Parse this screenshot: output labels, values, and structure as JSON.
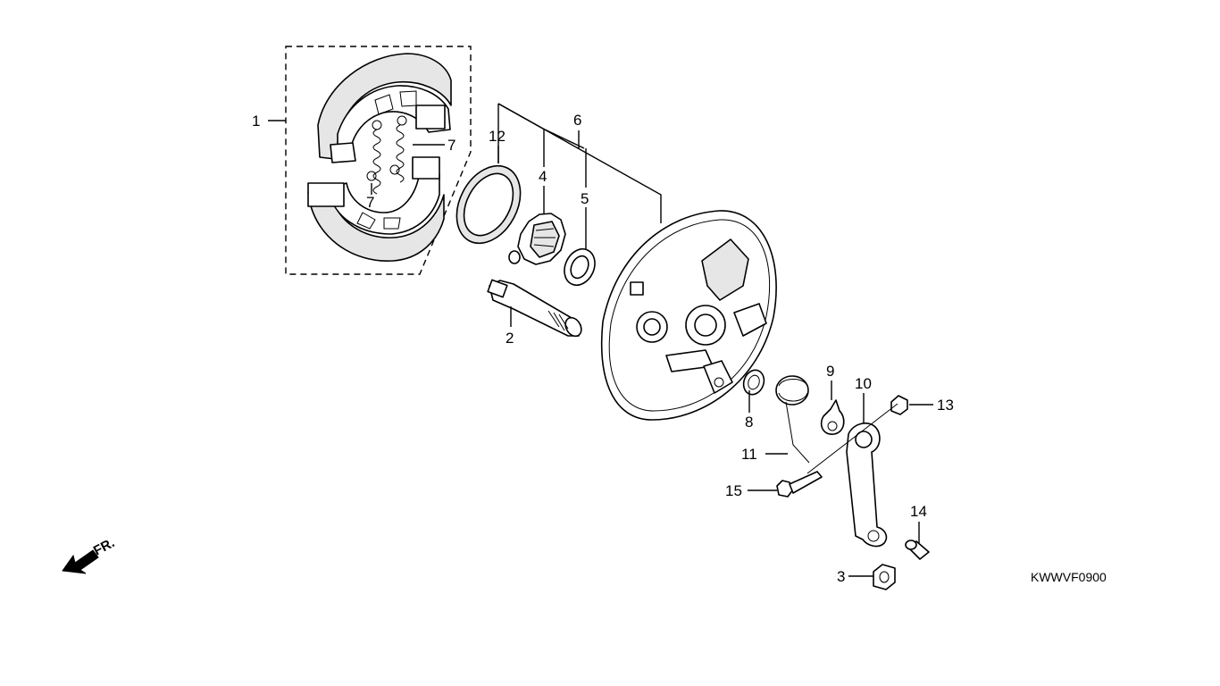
{
  "diagram": {
    "code": "KWWVF0900",
    "direction_label": "FR.",
    "callouts": [
      "1",
      "7",
      "7",
      "12",
      "4",
      "6",
      "5",
      "2",
      "8",
      "9",
      "10",
      "11",
      "13",
      "14",
      "15",
      "3"
    ]
  }
}
